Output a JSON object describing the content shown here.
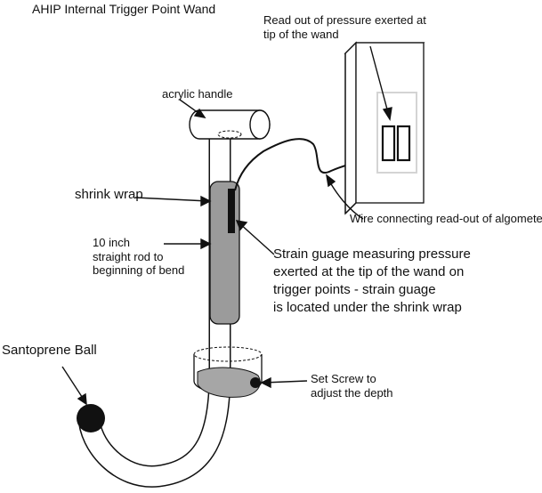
{
  "title": "AHIP Internal Trigger Point Wand",
  "labels": {
    "readout": [
      "Read out of pressure exerted at",
      "tip of the wand"
    ],
    "acrylic_handle": "acrylic handle",
    "shrink_wrap": "shrink wrap",
    "wire": "Wire connecting read-out of algometer",
    "straight_rod": [
      "10 inch",
      "straight rod to",
      "beginning of bend"
    ],
    "strain_gauge": [
      "Strain guage measuring pressure",
      "exerted at the tip of the wand on",
      "trigger points  - strain guage",
      "is located under the shrink wrap"
    ],
    "santoprene_ball": "Santoprene Ball",
    "set_screw": [
      "Set Screw to",
      "adjust the depth"
    ]
  },
  "colors": {
    "line": "#111111",
    "shrink_wrap_fill": "#9b9b9b",
    "clamp_fill": "#a6a6a6",
    "ball": "#111111",
    "display_box": "#d4d4d4"
  }
}
